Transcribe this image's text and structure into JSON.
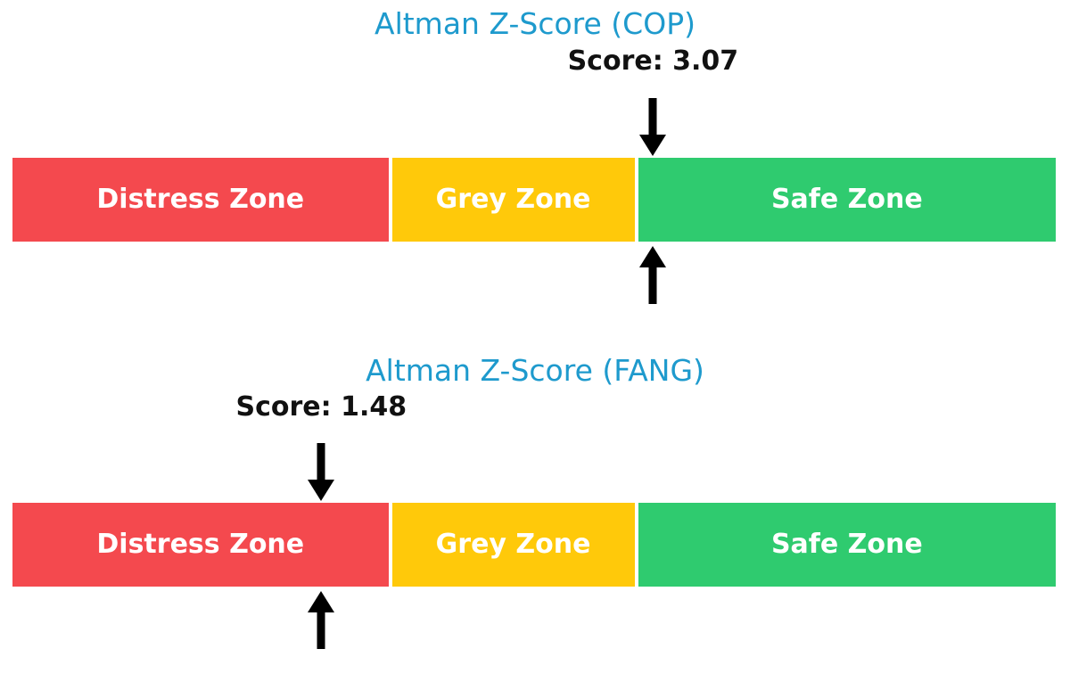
{
  "figure": {
    "background": "#FFFFFF",
    "title_color": "#1E9ACD",
    "score_text_color": "#111111",
    "zone_label_color": "#FFFFFF",
    "arrow_color": "#000000"
  },
  "chart_data": [
    {
      "type": "bar",
      "orientation": "horizontal",
      "title": "Altman Z-Score (COP)",
      "score": 3.07,
      "score_label": "Score: 3.07",
      "axis_range": [
        0,
        5
      ],
      "grid": false,
      "zones": [
        {
          "label": "Distress Zone",
          "start": 0,
          "end": 1.81,
          "color": "#F4494E"
        },
        {
          "label": "Grey Zone",
          "start": 1.81,
          "end": 2.99,
          "color": "#FFC90A"
        },
        {
          "label": "Safe Zone",
          "start": 2.99,
          "end": 5,
          "color": "#2FCB6F"
        }
      ]
    },
    {
      "type": "bar",
      "orientation": "horizontal",
      "title": "Altman Z-Score (FANG)",
      "score": 1.48,
      "score_label": "Score: 1.48",
      "axis_range": [
        0,
        5
      ],
      "grid": false,
      "zones": [
        {
          "label": "Distress Zone",
          "start": 0,
          "end": 1.81,
          "color": "#F4494E"
        },
        {
          "label": "Grey Zone",
          "start": 1.81,
          "end": 2.99,
          "color": "#FFC90A"
        },
        {
          "label": "Safe Zone",
          "start": 2.99,
          "end": 5,
          "color": "#2FCB6F"
        }
      ]
    }
  ]
}
